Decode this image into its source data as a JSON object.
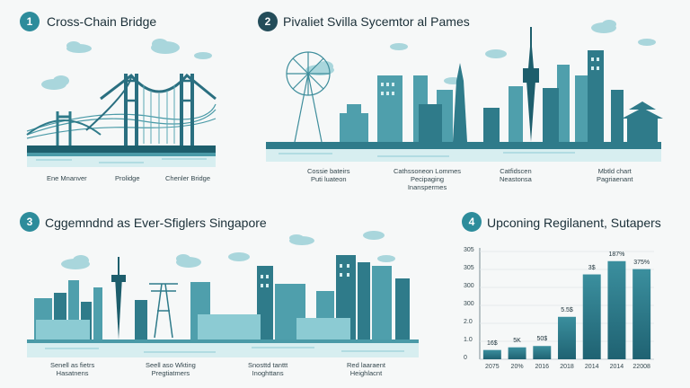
{
  "colors": {
    "teal_dark": "#1d5e6c",
    "teal_mid": "#3f8e9c",
    "teal_light": "#8ccbd3",
    "cloud": "#a9d6dc",
    "badge1": "#2d8c9b",
    "badge2": "#244d5a"
  },
  "panel1": {
    "number": "1",
    "title": "Cross-Chain Bridge",
    "captions": [
      "Ene Mnanver",
      "Prolidge",
      "Chenler Bridge"
    ]
  },
  "panel2": {
    "number": "2",
    "title": "Pivaliet Svilla Sycemtor al Pames",
    "captions": [
      [
        "Cossie bateirs",
        "Puti luateon"
      ],
      [
        "Cathssoneon Lommes",
        "Pecipaging",
        "Inanspermes"
      ],
      [
        "Catfidscen",
        "Neastonsa"
      ],
      [
        "Mbtld chart",
        "Pagriaenant"
      ]
    ]
  },
  "panel3": {
    "number": "3",
    "title": "Cggemndnd as Ever-Sfiglers Singapore",
    "captions": [
      [
        "Senell as fietrs",
        "Hasatnens"
      ],
      [
        "Seell aso Wkting",
        "Pregtiatmers"
      ],
      [
        "Snosttd tanttt",
        "Inoghttans"
      ],
      [
        "Red laaraent",
        "Heighlacnt"
      ]
    ]
  },
  "panel4": {
    "number": "4",
    "title": "Upconing Regilanent, Sutapers",
    "chart_data": {
      "type": "bar",
      "categories": [
        "2075",
        "20%",
        "2016",
        "2018",
        "2014",
        "2014",
        "22008"
      ],
      "values": [
        0.35,
        0.45,
        0.5,
        1.6,
        3.2,
        3.7,
        3.4
      ],
      "data_labels": [
        "16$",
        "5K",
        "50$",
        "5.5$",
        "3$",
        "187%",
        "375%"
      ],
      "ytick_labels": [
        "0",
        "1.0",
        "2.0",
        "300",
        "300",
        "305",
        "305"
      ],
      "ylim": [
        0,
        4.2
      ]
    }
  }
}
